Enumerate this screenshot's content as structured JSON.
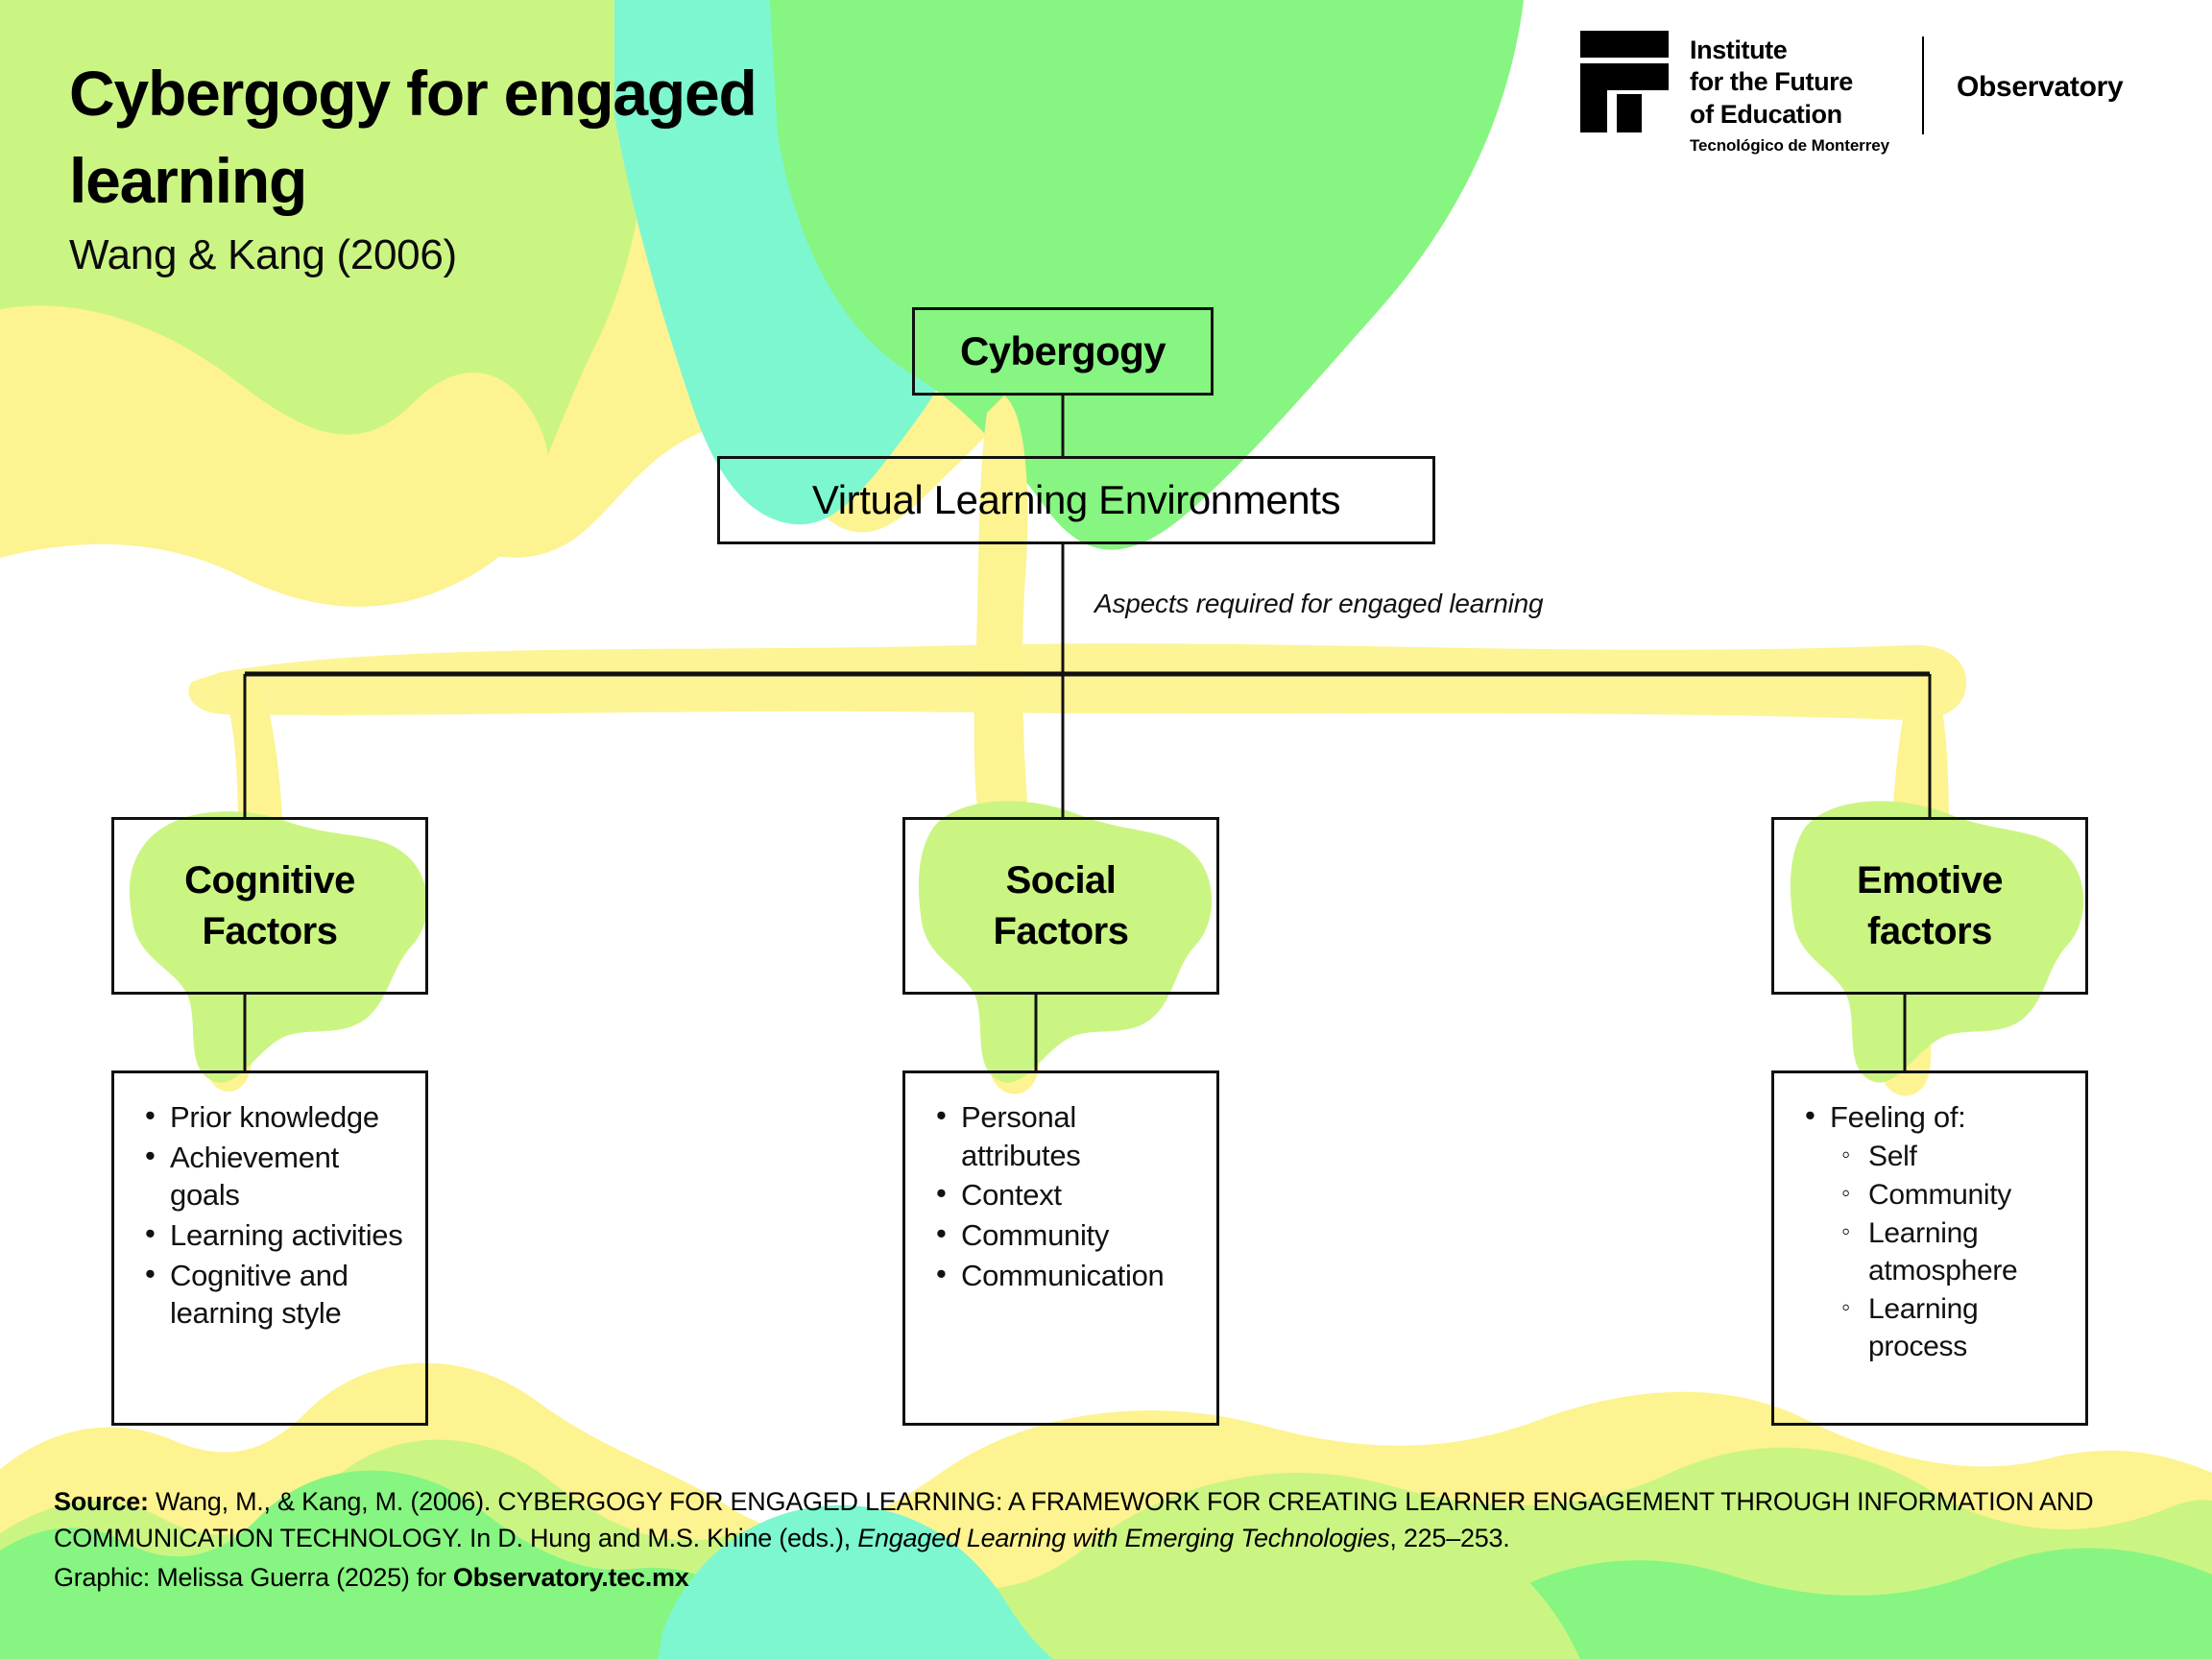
{
  "header": {
    "title_line1": "Cybergogy for engaged",
    "title_line2": "learning",
    "subtitle": "Wang & Kang (2006)",
    "logo": {
      "icon_name": "ifes-f-mark",
      "line1": "Institute",
      "line2": "for the Future",
      "line3": "of Education",
      "tec": "Tecnológico de Monterrey",
      "observatory": "Observatory"
    }
  },
  "diagram": {
    "root": "Cybergogy",
    "level2": "Virtual Learning Environments",
    "edge_label": "Aspects required for engaged learning",
    "branches": [
      {
        "title_line1": "Cognitive",
        "title_line2": "Factors",
        "items": [
          {
            "text": "Prior knowledge",
            "level": 1
          },
          {
            "text": "Achievement goals",
            "level": 1
          },
          {
            "text": "Learning activities",
            "level": 1
          },
          {
            "text": "Cognitive and learning style",
            "level": 1
          }
        ]
      },
      {
        "title_line1": "Social",
        "title_line2": "Factors",
        "items": [
          {
            "text": "Personal attributes",
            "level": 1
          },
          {
            "text": "Context",
            "level": 1
          },
          {
            "text": "Community",
            "level": 1
          },
          {
            "text": "Communication",
            "level": 1
          }
        ]
      },
      {
        "title_line1": "Emotive",
        "title_line2": "factors",
        "items": [
          {
            "text": "Feeling of:",
            "level": 1
          },
          {
            "text": "Self",
            "level": 2
          },
          {
            "text": "Community",
            "level": 2
          },
          {
            "text": "Learning atmosphere",
            "level": 2
          },
          {
            "text": "Learning process",
            "level": 2
          }
        ]
      }
    ]
  },
  "footer": {
    "source_label": "Source:",
    "source_text_1": " Wang, M., & Kang, M. (2006). CYBERGOGY FOR ENGAGED LEARNING: A FRAMEWORK FOR CREATING LEARNER ENGAGEMENT THROUGH INFORMATION AND COMMUNICATION TECHNOLOGY. In D. Hung and M.S. Khine (eds.), ",
    "source_italic": "Engaged Learning with Emerging Technologies",
    "source_text_2": ", 225–253.",
    "graphic_text": "Graphic: Melissa Guerra (2025) for ",
    "graphic_bold": "Observatory.tec.mx"
  },
  "colors": {
    "yellow": "#FDF390",
    "lime": "#CBF583",
    "teal": "#7DF7D0",
    "green": "#87F581",
    "ink": "#111111",
    "paper": "#FFFFFF"
  }
}
